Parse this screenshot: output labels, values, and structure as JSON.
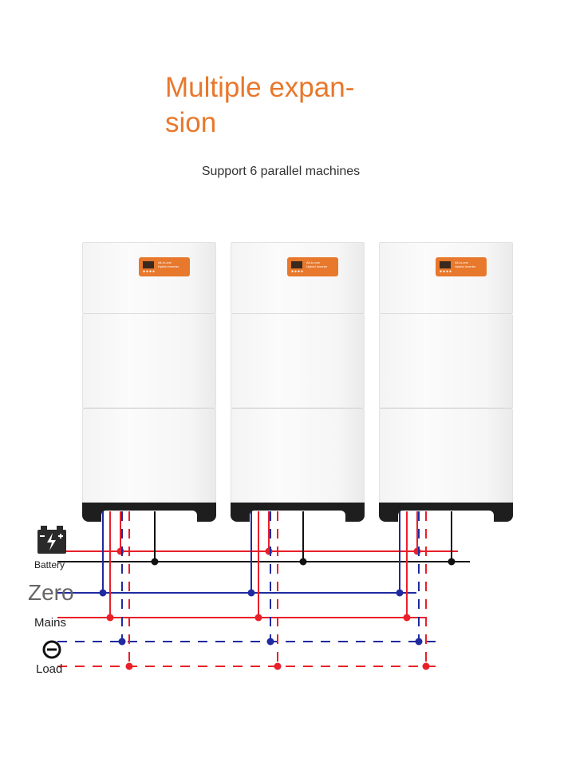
{
  "title_line1": "Multiple expan-",
  "title_line2": "sion",
  "subtitle": "Support 6 parallel machines",
  "units": [
    {
      "brand_line1": "All-in-one",
      "brand_line2": "Hybrid Inverter"
    },
    {
      "brand_line1": "All-in-one",
      "brand_line2": "Hybrid Inverter"
    },
    {
      "brand_line1": "All-in-one",
      "brand_line2": "Hybrid Inverter"
    }
  ],
  "legend": {
    "battery": "Battery",
    "zero": "Zero",
    "mains": "Mains",
    "load": "Load"
  },
  "icons": [
    "battery-icon",
    "minus-circle-icon"
  ],
  "colors": {
    "title": "#e8782c",
    "positive": "#e8202a",
    "negative": "#111111",
    "zero": "#1f2aa0",
    "load": "#e8202a"
  }
}
